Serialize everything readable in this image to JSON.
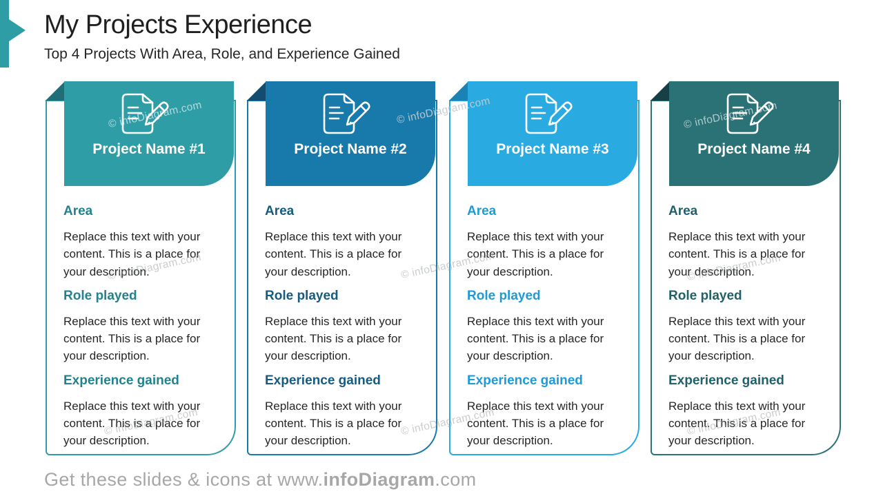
{
  "slide": {
    "title": "My Projects Experience",
    "subtitle": "Top 4 Projects With Area, Role, and Experience Gained"
  },
  "accent_color": "#2E9DA6",
  "watermark_text": "© infoDiagram.com",
  "footer": {
    "prefix": "Get these slides & icons at www.",
    "brand": "infoDiagram",
    "suffix": ".com"
  },
  "cards": [
    {
      "title": "Project Name #1",
      "icon": "document-pencil-icon",
      "colors": {
        "header": "#2E9DA6",
        "fold": "#1F6E78",
        "heading": "#23828C"
      },
      "sections": [
        {
          "heading": "Area",
          "text": "Replace this text with your content. This is a place for your description."
        },
        {
          "heading": "Role played",
          "text": "Replace this text with your content. This is a place for your description."
        },
        {
          "heading": "Experience gained",
          "text": "Replace this text with your content. This is a place for your description."
        }
      ]
    },
    {
      "title": "Project Name #2",
      "icon": "document-pencil-icon",
      "colors": {
        "header": "#1879AB",
        "fold": "#134C6E",
        "heading": "#175B80"
      },
      "sections": [
        {
          "heading": "Area",
          "text": "Replace this text with your content. This is a place for your description."
        },
        {
          "heading": "Role played",
          "text": "Replace this text with your content. This is a place for your description."
        },
        {
          "heading": "Experience gained",
          "text": "Replace this text with your content. This is a place for your description."
        }
      ]
    },
    {
      "title": "Project Name #3",
      "icon": "document-pencil-icon",
      "colors": {
        "header": "#29ABE2",
        "fold": "#1A82B4",
        "heading": "#1E9BD7"
      },
      "sections": [
        {
          "heading": "Area",
          "text": "Replace this text with your content. This is a place for your description."
        },
        {
          "heading": "Role played",
          "text": "Replace this text with your content. This is a place for your description."
        },
        {
          "heading": "Experience gained",
          "text": "Replace this text with your content. This is a place for your description."
        }
      ]
    },
    {
      "title": "Project Name #4",
      "icon": "document-pencil-icon",
      "colors": {
        "header": "#2B7276",
        "fold": "#163F46",
        "heading": "#20616A"
      },
      "sections": [
        {
          "heading": "Area",
          "text": "Replace this text with your content. This is a place for your description."
        },
        {
          "heading": "Role played",
          "text": "Replace this text with your content. This is a place for your description."
        },
        {
          "heading": "Experience gained",
          "text": "Replace this text with your content. This is a place for your description."
        }
      ]
    }
  ]
}
